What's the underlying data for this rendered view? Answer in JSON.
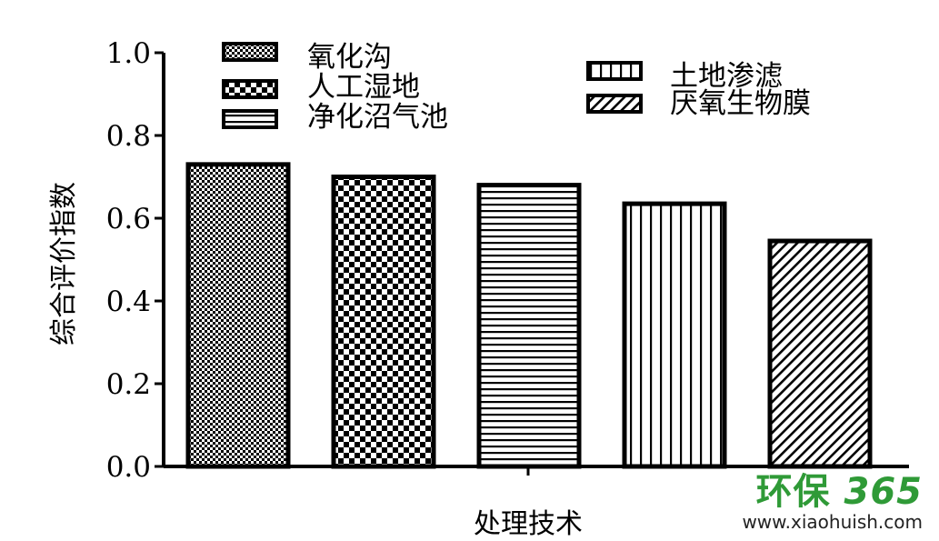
{
  "chart_data": {
    "type": "bar",
    "categories": [
      "氧化沟",
      "人工湿地",
      "净化沼气池",
      "土地渗滤",
      "厌氧生物膜"
    ],
    "values": [
      0.73,
      0.7,
      0.68,
      0.635,
      0.545
    ],
    "ylim": [
      0,
      1.0
    ],
    "yticks": [
      "0.0",
      "0.2",
      "0.4",
      "0.6",
      "0.8",
      "1.0"
    ],
    "ytick_values": [
      0,
      0.2,
      0.4,
      0.6,
      0.8,
      1.0
    ],
    "xlabel": "处理技术",
    "ylabel": "综合评价指数",
    "legend": {
      "placement": "top",
      "entries": [
        {
          "label": "氧化沟",
          "pattern": "fine-checker"
        },
        {
          "label": "人工湿地",
          "pattern": "checker"
        },
        {
          "label": "净化沼气池",
          "pattern": "horizontal"
        },
        {
          "label": "土地渗滤",
          "pattern": "vertical"
        },
        {
          "label": "厌氧生物膜",
          "pattern": "diagonal"
        }
      ]
    },
    "grid": false,
    "bar_color": "#000000"
  },
  "watermark": {
    "logo_text": "环保",
    "logo_num": "365",
    "url": "www.xiaohuish.com",
    "color": "#2f9a37"
  }
}
